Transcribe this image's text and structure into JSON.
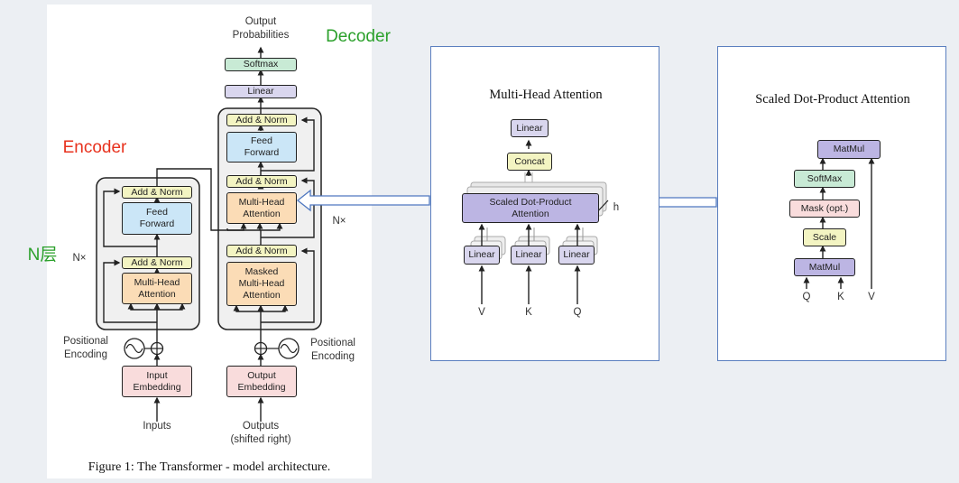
{
  "transformer": {
    "output_probabilities": "Output\nProbabilities",
    "softmax": "Softmax",
    "linear": "Linear",
    "decoder_label": "Decoder",
    "encoder_label": "Encoder",
    "n_layer_label": "N层",
    "nx_left": "N×",
    "nx_right": "N×",
    "enc_add_norm_top": "Add & Norm",
    "enc_feed_forward": "Feed\nForward",
    "enc_add_norm_bottom": "Add & Norm",
    "enc_multi_head": "Multi-Head\nAttention",
    "dec_add_norm_top": "Add & Norm",
    "dec_feed_forward": "Feed\nForward",
    "dec_add_norm_mid": "Add & Norm",
    "dec_multi_head": "Multi-Head\nAttention",
    "dec_add_norm_bottom": "Add & Norm",
    "dec_masked": "Masked\nMulti-Head\nAttention",
    "pos_enc_left": "Positional\nEncoding",
    "pos_enc_right": "Positional\nEncoding",
    "input_embedding": "Input\nEmbedding",
    "output_embedding": "Output\nEmbedding",
    "inputs": "Inputs",
    "outputs": "Outputs\n(shifted right)",
    "caption": "Figure 1: The Transformer - model architecture."
  },
  "multi_head": {
    "title": "Multi-Head Attention",
    "linear_top": "Linear",
    "concat": "Concat",
    "scaled": "Scaled Dot-Product\nAttention",
    "h": "h",
    "linear_1": "Linear",
    "linear_2": "Linear",
    "linear_3": "Linear",
    "v": "V",
    "k": "K",
    "q": "Q"
  },
  "scaled_dot": {
    "title": "Scaled Dot-Product Attention",
    "matmul_top": "MatMul",
    "softmax": "SoftMax",
    "mask": "Mask (opt.)",
    "scale": "Scale",
    "matmul_bottom": "MatMul",
    "q": "Q",
    "k": "K",
    "v": "V"
  },
  "colors": {
    "encoder_label": "#e8321e",
    "decoder_label": "#2aa02a",
    "n_layer_label": "#2aa02a",
    "panel_border": "#5b7fbf"
  }
}
